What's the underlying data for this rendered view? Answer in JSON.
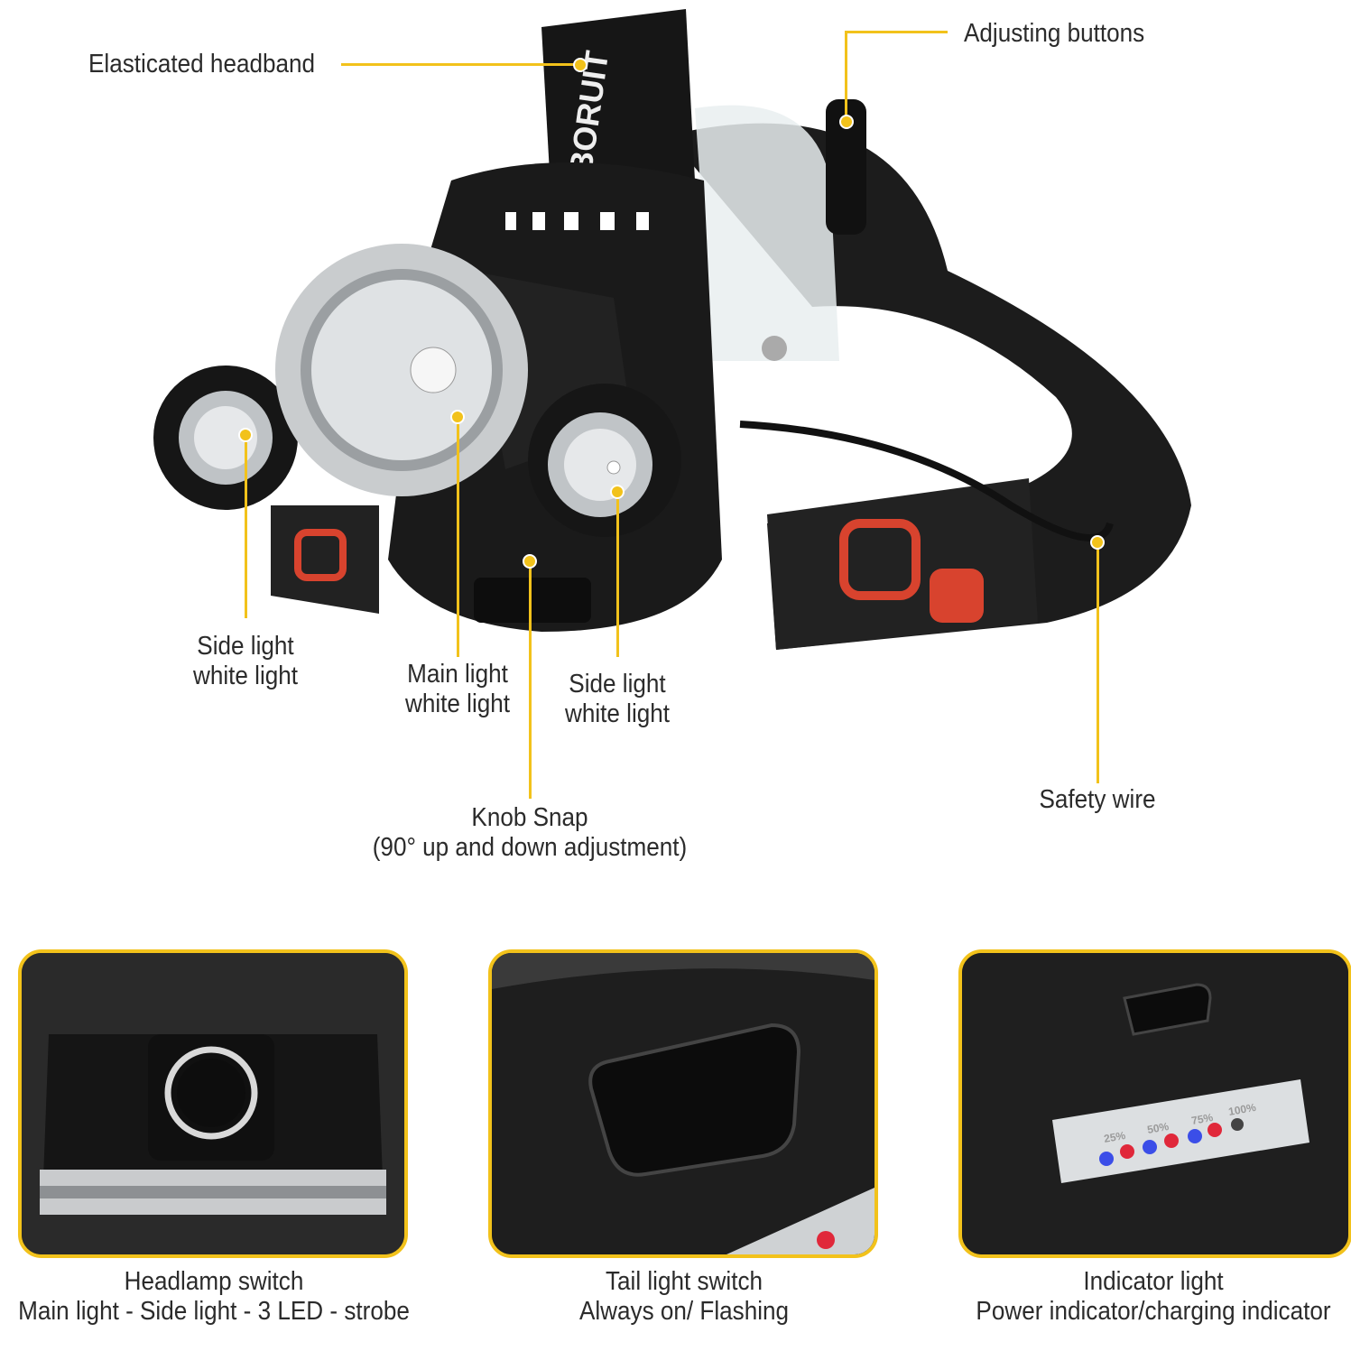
{
  "callouts": {
    "headband": "Elasticated headband",
    "adjusting": "Adjusting buttons",
    "side_left": [
      "Side light",
      "white light"
    ],
    "main": [
      "Main light",
      "white light"
    ],
    "side_right": [
      "Side light",
      "white light"
    ],
    "knob": [
      "Knob Snap",
      "(90° up and down adjustment)"
    ],
    "safety": "Safety wire"
  },
  "panels": [
    {
      "title": "Headlamp switch",
      "subtitle": "Main light - Side light - 3 LED - strobe"
    },
    {
      "title": "Tail light switch",
      "subtitle": "Always on/ Flashing"
    },
    {
      "title": "Indicator light",
      "subtitle": "Power indicator/charging indicator"
    }
  ],
  "indicator_levels": [
    "25%",
    "50%",
    "75%",
    "100%"
  ],
  "brand_logo_text": "BORUIT",
  "colors": {
    "accent": "#f2c21b",
    "strap_red": "#d8432e",
    "text": "#2b2b2b"
  }
}
